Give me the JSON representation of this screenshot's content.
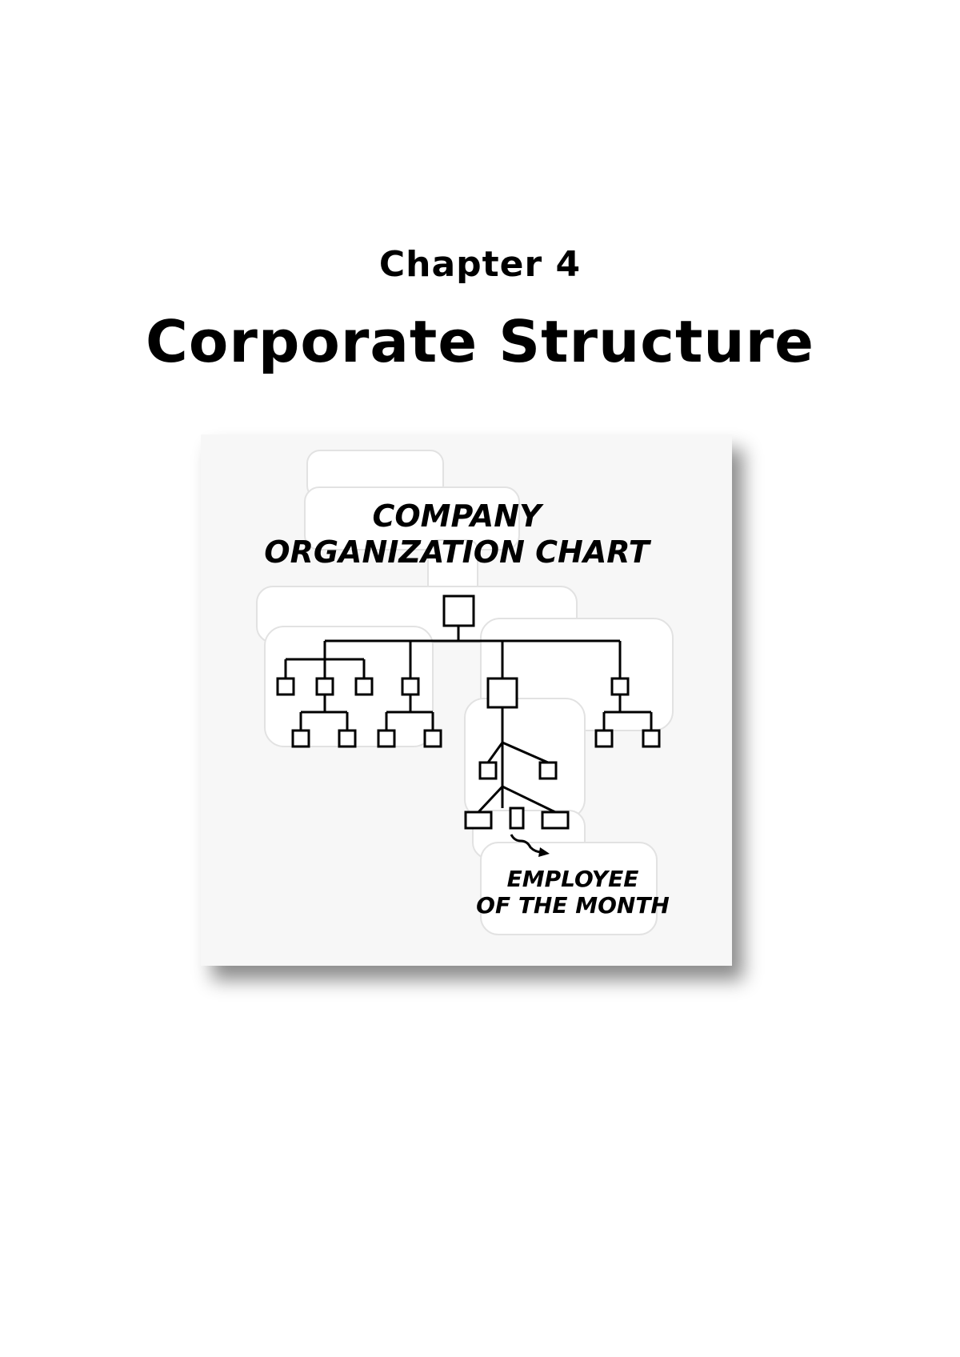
{
  "page": {
    "chapter_label": "Chapter 4",
    "chapter_title": "Corporate Structure"
  },
  "figure": {
    "title_line1": "COMPANY",
    "title_line2": "ORGANIZATION CHART",
    "callout_line1": "EMPLOYEE",
    "callout_line2": "OF THE MONTH",
    "background_color": "#f7f7f7",
    "sticker_color": "#ffffff",
    "line_color": "#000000"
  }
}
